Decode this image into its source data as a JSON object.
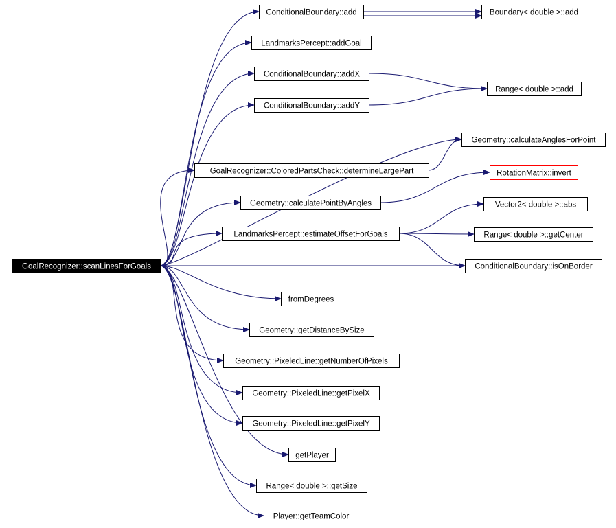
{
  "graph": {
    "root": {
      "id": "scanLines",
      "label": "GoalRecognizer::scanLinesForGoals",
      "fill": "#000000",
      "text_color": "#ffffff"
    },
    "nodes": [
      {
        "id": "cbAdd",
        "label": "ConditionalBoundary::add"
      },
      {
        "id": "bAdd",
        "label": "Boundary< double >::add"
      },
      {
        "id": "lpAddGoal",
        "label": "LandmarksPercept::addGoal"
      },
      {
        "id": "cbAddX",
        "label": "ConditionalBoundary::addX"
      },
      {
        "id": "rAdd",
        "label": "Range< double >::add"
      },
      {
        "id": "cbAddY",
        "label": "ConditionalBoundary::addY"
      },
      {
        "id": "gCalcAngles",
        "label": "Geometry::calculateAnglesForPoint"
      },
      {
        "id": "grDetermine",
        "label": "GoalRecognizer::ColoredPartsCheck::determineLargePart"
      },
      {
        "id": "rmInvert",
        "label": "RotationMatrix::invert",
        "border": "#ff0000"
      },
      {
        "id": "gCalcPoint",
        "label": "Geometry::calculatePointByAngles"
      },
      {
        "id": "v2Abs",
        "label": "Vector2< double >::abs"
      },
      {
        "id": "lpEstimate",
        "label": "LandmarksPercept::estimateOffsetForGoals"
      },
      {
        "id": "rGetCenter",
        "label": "Range< double >::getCenter"
      },
      {
        "id": "cbIsOnBorder",
        "label": "ConditionalBoundary::isOnBorder"
      },
      {
        "id": "fromDegrees",
        "label": "fromDegrees"
      },
      {
        "id": "gDistBySize",
        "label": "Geometry::getDistanceBySize"
      },
      {
        "id": "plNumPixels",
        "label": "Geometry::PixeledLine::getNumberOfPixels"
      },
      {
        "id": "plPixelX",
        "label": "Geometry::PixeledLine::getPixelX"
      },
      {
        "id": "plPixelY",
        "label": "Geometry::PixeledLine::getPixelY"
      },
      {
        "id": "getPlayer",
        "label": "getPlayer"
      },
      {
        "id": "rGetSize",
        "label": "Range< double >::getSize"
      },
      {
        "id": "pTeamColor",
        "label": "Player::getTeamColor"
      }
    ],
    "edges": [
      [
        "scanLines",
        "cbAdd"
      ],
      [
        "scanLines",
        "lpAddGoal"
      ],
      [
        "scanLines",
        "cbAddX"
      ],
      [
        "scanLines",
        "cbAddY"
      ],
      [
        "scanLines",
        "gCalcAngles"
      ],
      [
        "scanLines",
        "grDetermine"
      ],
      [
        "scanLines",
        "gCalcPoint"
      ],
      [
        "scanLines",
        "lpEstimate"
      ],
      [
        "scanLines",
        "cbIsOnBorder"
      ],
      [
        "scanLines",
        "fromDegrees"
      ],
      [
        "scanLines",
        "gDistBySize"
      ],
      [
        "scanLines",
        "plNumPixels"
      ],
      [
        "scanLines",
        "plPixelX"
      ],
      [
        "scanLines",
        "plPixelY"
      ],
      [
        "scanLines",
        "getPlayer"
      ],
      [
        "scanLines",
        "rGetSize"
      ],
      [
        "scanLines",
        "pTeamColor"
      ],
      [
        "cbAdd",
        "bAdd"
      ],
      [
        "cbAdd",
        "bAdd"
      ],
      [
        "cbAddX",
        "rAdd"
      ],
      [
        "cbAddY",
        "rAdd"
      ],
      [
        "grDetermine",
        "gCalcAngles"
      ],
      [
        "gCalcPoint",
        "rmInvert"
      ],
      [
        "lpEstimate",
        "v2Abs"
      ],
      [
        "lpEstimate",
        "rGetCenter"
      ],
      [
        "lpEstimate",
        "cbIsOnBorder"
      ]
    ],
    "edge_color": "#191970"
  }
}
